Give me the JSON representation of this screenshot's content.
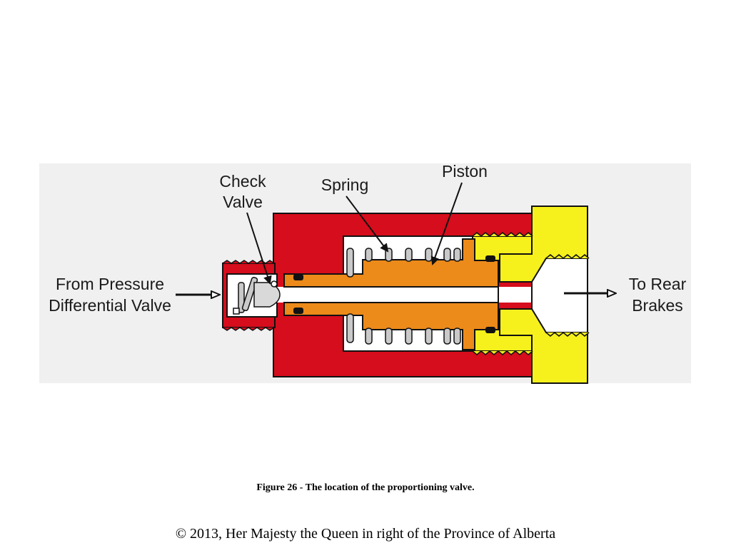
{
  "diagram": {
    "labels": {
      "check_valve_line1": "Check",
      "check_valve_line2": "Valve",
      "spring": "Spring",
      "piston": "Piston",
      "from_line1": "From Pressure",
      "from_line2": "Differential Valve",
      "to_line1": "To Rear",
      "to_line2": "Brakes"
    },
    "colors": {
      "housing": "#d60d1c",
      "piston": "#ec8a1a",
      "fitting": "#f6f01c",
      "panel": "#f0f0f0",
      "spring_coil": "#c9c9c9",
      "outline": "#111111"
    }
  },
  "caption": "Figure 26 - The location of the proportioning valve.",
  "copyright": "© 2013, Her Majesty the Queen in right of the Province of Alberta"
}
